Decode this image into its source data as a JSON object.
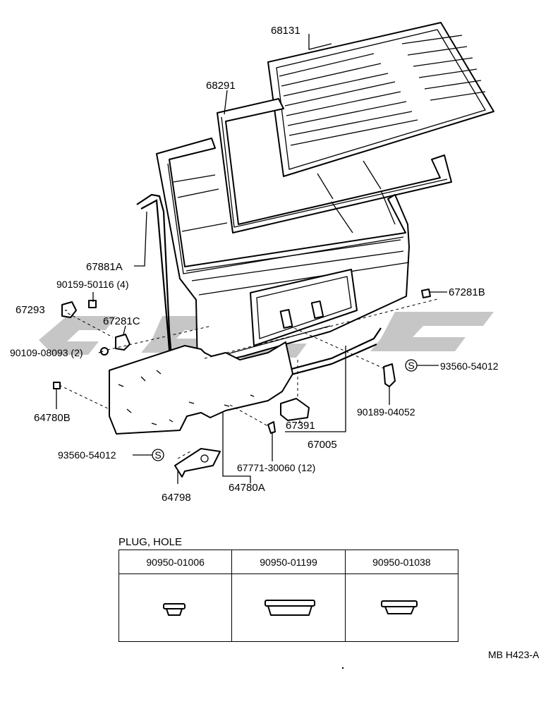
{
  "diagram": {
    "part_labels": {
      "p68131": "68131",
      "p68291": "68291",
      "p67881a": "67881A",
      "p90159": "90159-50116 (4)",
      "p67293": "67293",
      "p67281c": "67281C",
      "p90109": "90109-08093 (2)",
      "p64780b": "64780B",
      "p93560_left": "93560-54012",
      "p64798": "64798",
      "p67771": "67771-30060 (12)",
      "p64780a": "64780A",
      "p67391": "67391",
      "p67005": "67005",
      "p90189": "90189-04052",
      "p93560_right": "93560-54012",
      "p67281b": "67281B"
    },
    "circle_symbol": "S"
  },
  "plug_table": {
    "title": "PLUG, HOLE",
    "headers": [
      "90950-01006",
      "90950-01199",
      "90950-01038"
    ]
  },
  "footer": {
    "code": "MB H423-A"
  }
}
